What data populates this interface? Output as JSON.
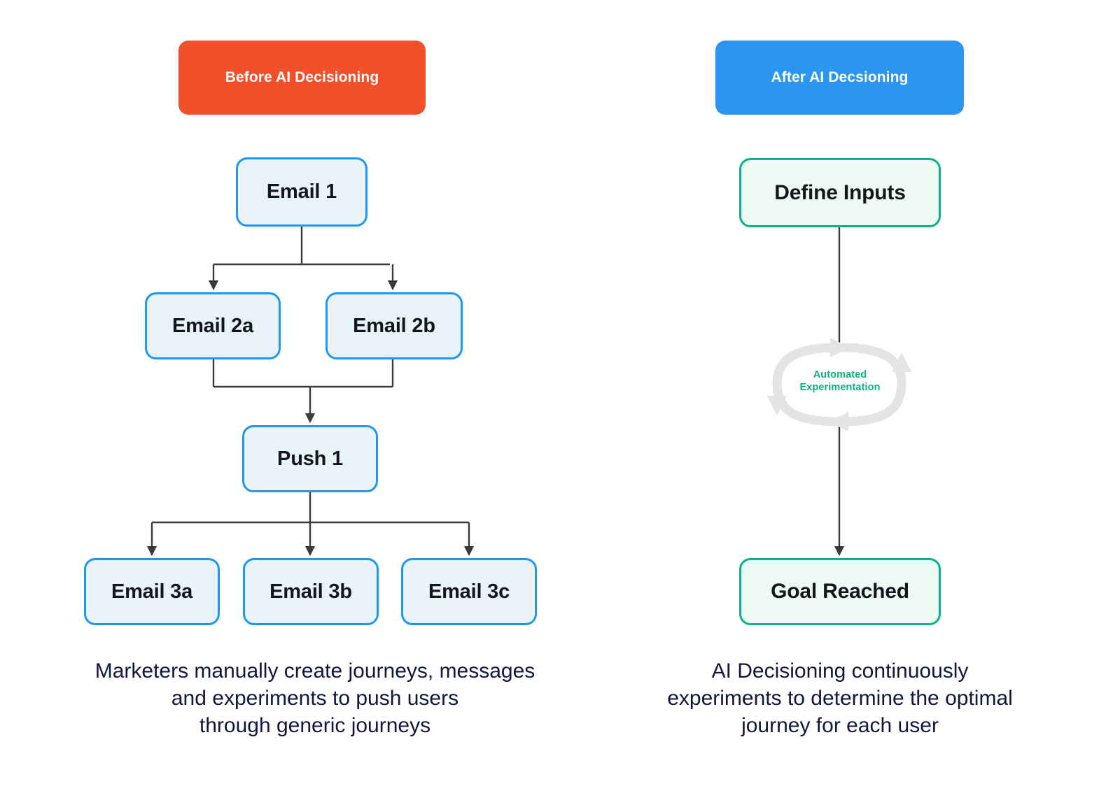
{
  "colors": {
    "before_header_bg": "#f2502a",
    "after_header_bg": "#2b96f1",
    "node_blue_border": "#2196f3",
    "node_blue_fill": "#e9f3fb",
    "node_green_border": "#0bb289",
    "node_green_fill": "#ecfaf3",
    "connector_stroke": "#3a3a3a",
    "cycle_arrow": "#e4e4e4",
    "cycle_label_text": "#0bb081",
    "caption_text": "#14163f"
  },
  "left_panel": {
    "header": "Before AI Decisioning",
    "nodes": {
      "email1": "Email 1",
      "email2a": "Email 2a",
      "email2b": "Email 2b",
      "push1": "Push 1",
      "email3a": "Email 3a",
      "email3b": "Email 3b",
      "email3c": "Email 3c"
    },
    "caption": {
      "line1": "Marketers manually create journeys, messages",
      "line2": "and experiments to push users",
      "line3": "through generic journeys"
    }
  },
  "right_panel": {
    "header": "After AI Decsioning",
    "nodes": {
      "define_inputs": "Define Inputs",
      "goal_reached": "Goal Reached"
    },
    "cycle": {
      "line1": "Automated",
      "line2": "Experimentation"
    },
    "caption": {
      "line1": "AI Decisioning continuously",
      "line2": "experiments to determine the optimal",
      "line3": "journey for each user"
    }
  },
  "flow": {
    "left_edges": [
      {
        "from": "email1",
        "to": "email2a"
      },
      {
        "from": "email1",
        "to": "email2b"
      },
      {
        "from": "email2a",
        "to": "push1"
      },
      {
        "from": "email2b",
        "to": "push1"
      },
      {
        "from": "push1",
        "to": "email3a"
      },
      {
        "from": "push1",
        "to": "email3b"
      },
      {
        "from": "push1",
        "to": "email3c"
      }
    ],
    "right_edges": [
      {
        "from": "define_inputs",
        "to": "cycle"
      },
      {
        "from": "cycle",
        "to": "goal_reached"
      }
    ]
  }
}
